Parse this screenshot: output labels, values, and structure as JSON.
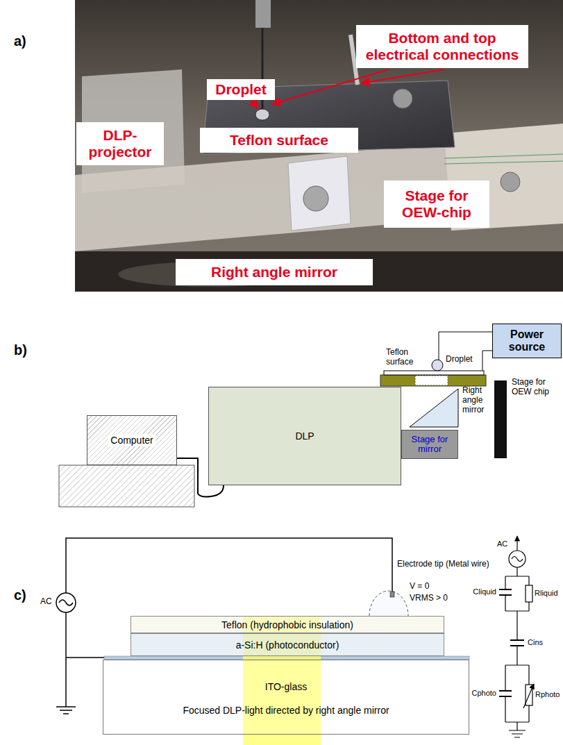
{
  "diagram": {
    "nodes": [
      {
        "text": [
          "Droplet"
        ]
      },
      {
        "text": [
          "Bottom and top electrical connections"
        ]
      },
      {
        "text": [
          "DLP-projector"
        ]
      },
      {
        "text": [
          "Teflon surface"
        ]
      },
      {
        "text": [
          "Stage for OEW-chip"
        ]
      },
      {
        "text": [
          "Right angle mirror"
        ]
      },
      {
        "text": [
          "Power source"
        ]
      },
      {
        "text": [
          "Computer"
        ]
      },
      {
        "text": [
          "DLP"
        ]
      },
      {
        "text": [
          "Stage for mirror"
        ]
      },
      {
        "text": [
          "Teflon (hydrophobic insulation)"
        ]
      },
      {
        "text": [
          "a-Si:H (photoconductor)"
        ]
      },
      {
        "text": [
          "ITO-glass",
          "Focused DLP-light directed by right angle mirror"
        ]
      }
    ],
    "edges": [
      {
        "from": 7,
        "to": 8,
        "arrow": "none"
      }
    ],
    "labels": [
      "a)",
      "b)",
      "Teflon surface",
      "Droplet",
      "Right angle mirror",
      "Stage for OEW chip",
      "c)",
      "AC",
      "Electrode tip (Metal wire)",
      "V = 0",
      "VRMS > 0",
      "AC",
      "Cliquid",
      "Rliquid",
      "Cins",
      "Cphoto",
      "Rphoto"
    ]
  }
}
